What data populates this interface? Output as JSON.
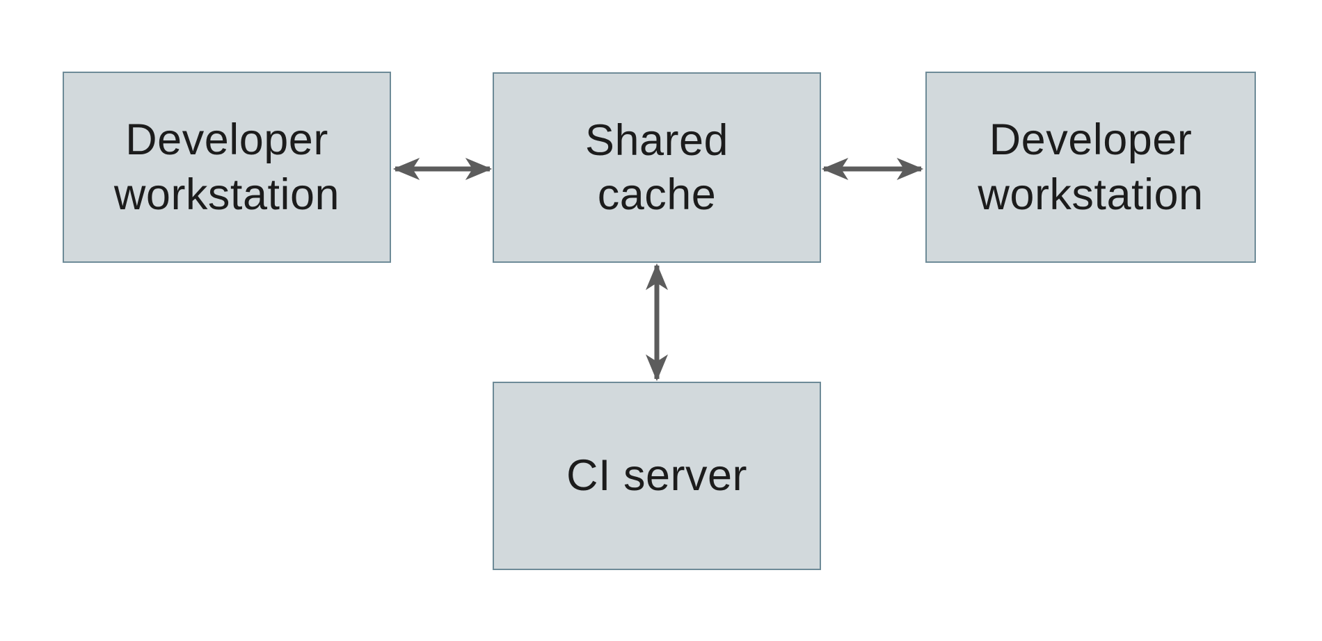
{
  "diagram": {
    "nodes": {
      "dev_left": {
        "label": "Developer\nworkstation"
      },
      "cache": {
        "label": "Shared\ncache"
      },
      "dev_right": {
        "label": "Developer\nworkstation"
      },
      "ci": {
        "label": "CI server"
      }
    },
    "edges": [
      {
        "from": "dev_left",
        "to": "cache",
        "direction": "bidirectional"
      },
      {
        "from": "cache",
        "to": "dev_right",
        "direction": "bidirectional"
      },
      {
        "from": "cache",
        "to": "ci",
        "direction": "bidirectional"
      }
    ],
    "colors": {
      "background": "#ffffff",
      "node_fill": "#d2d9dc",
      "node_border": "#6d8a97",
      "arrow": "#5c5c5c",
      "text": "#1c1c1c"
    }
  }
}
